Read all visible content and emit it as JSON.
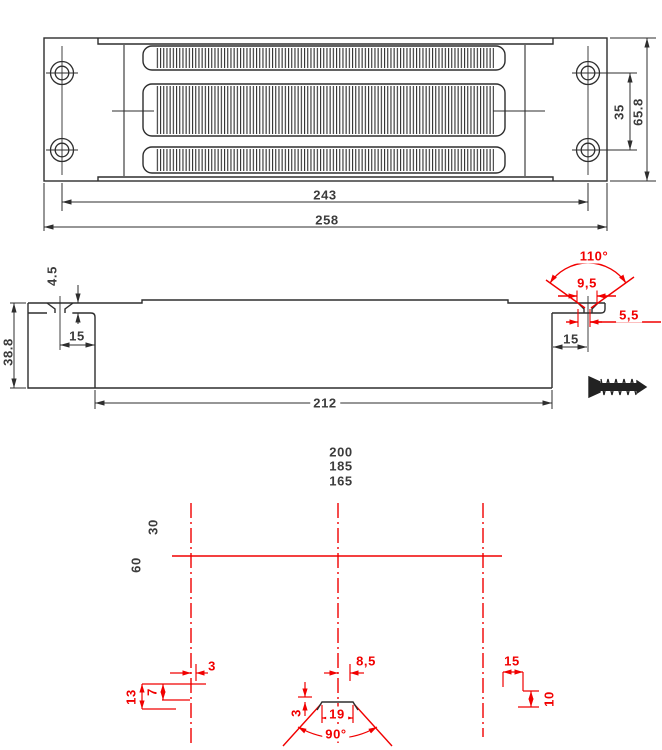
{
  "colors": {
    "line": "#2e2e2e",
    "dimension_red": "#f10000",
    "text_dark": "#3c3c3c",
    "background": "#ffffff"
  },
  "views": {
    "top_view": {
      "dim_hole_spacing_x": "243",
      "dim_overall_width": "258",
      "dim_hole_spacing_y": "35",
      "dim_overall_height": "65.8"
    },
    "side_view": {
      "dim_plate_thickness": "4.5",
      "dim_overall_height": "38.8",
      "dim_hole_inset_left": "15",
      "dim_body_length": "212",
      "dim_hole_inset_right": "15",
      "dim_countersink_angle": "110°",
      "dim_countersink_width": "9,5",
      "dim_hole_width": "5,5"
    },
    "mounting_template": {
      "dim_spacing_outer": "200",
      "dim_spacing_mid": "185",
      "dim_spacing_inner": "165",
      "dim_offset_top": "30",
      "dim_offset_total": "60",
      "dim_left_hole_offset": "3",
      "dim_left_step_depth": "13",
      "dim_left_step_inner": "7",
      "dim_center_hole_offset": "8,5",
      "dim_wire_slot_width": "19",
      "dim_wire_slot_offset": "3",
      "dim_wire_slot_angle": "90°",
      "dim_right_offset_x": "15",
      "dim_right_offset_y": "10"
    }
  }
}
